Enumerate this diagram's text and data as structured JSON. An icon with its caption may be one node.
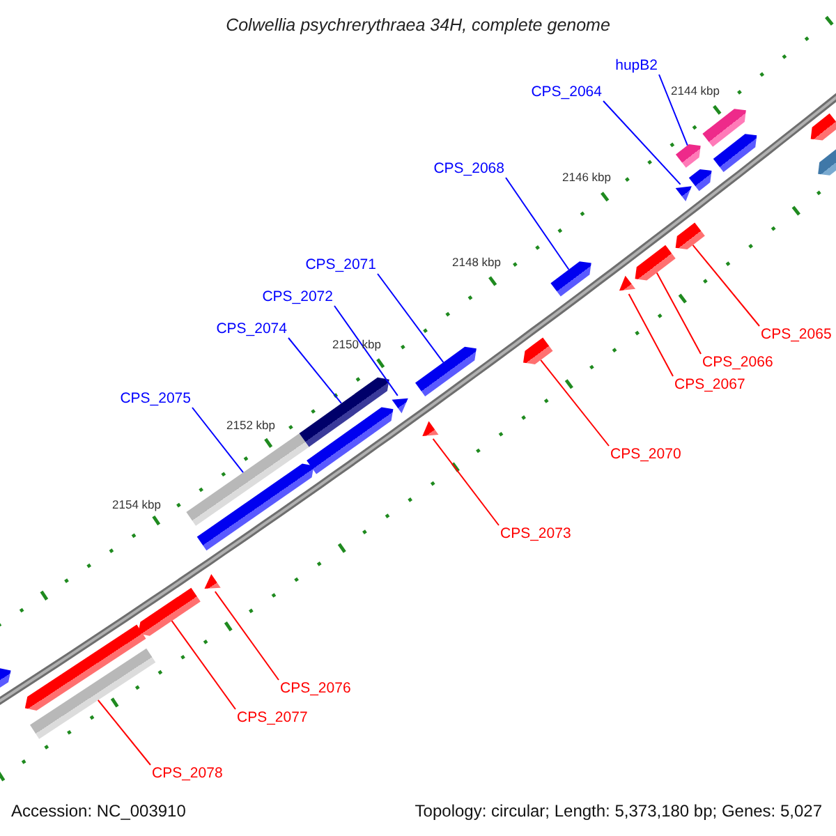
{
  "diagram": {
    "title": "Colwellia psychrerythraea 34H, complete genome",
    "nodes": [
      {
        "text": [
          "hupB2"
        ]
      },
      {
        "text": [
          "CPS_2064"
        ]
      },
      {
        "text": [
          "CPS_2068"
        ]
      },
      {
        "text": [
          "CPS_2071"
        ]
      },
      {
        "text": [
          "CPS_2072"
        ]
      },
      {
        "text": [
          "CPS_2074"
        ]
      },
      {
        "text": [
          "CPS_2075"
        ]
      },
      {
        "text": [
          "CPS_2065"
        ]
      },
      {
        "text": [
          "CPS_2066"
        ]
      },
      {
        "text": [
          "CPS_2067"
        ]
      },
      {
        "text": [
          "CPS_2070"
        ]
      },
      {
        "text": [
          "CPS_2073"
        ]
      },
      {
        "text": [
          "CPS_2076"
        ]
      },
      {
        "text": [
          "CPS_2077"
        ]
      },
      {
        "text": [
          "CPS_2078"
        ]
      },
      {
        "text": [],
        "shape": "arrow"
      },
      {
        "text": [],
        "shape": "bar"
      },
      {
        "text": [],
        "shape": "arrow"
      },
      {
        "text": [],
        "shape": "arrow"
      },
      {
        "text": [],
        "shape": "triangle"
      },
      {
        "text": [],
        "shape": "arrow"
      },
      {
        "text": [],
        "shape": "bar"
      },
      {
        "text": [],
        "shape": "arrow"
      },
      {
        "text": [],
        "shape": "arrow"
      },
      {
        "text": [],
        "shape": "triangle"
      },
      {
        "text": [],
        "shape": "triangle"
      },
      {
        "text": [],
        "shape": "arrow"
      },
      {
        "text": [],
        "shape": "arrow"
      },
      {
        "text": [],
        "shape": "arrow"
      },
      {
        "text": [],
        "shape": "triangle"
      },
      {
        "text": [],
        "shape": "arrow"
      },
      {
        "text": [],
        "shape": "arrow"
      },
      {
        "text": [],
        "shape": "triangle"
      },
      {
        "text": [],
        "shape": "arrow"
      },
      {
        "text": [],
        "shape": "arrow"
      },
      {
        "text": [],
        "shape": "arrow"
      },
      {
        "text": [],
        "shape": "arrow"
      },
      {
        "text": [],
        "shape": "arrow"
      },
      {
        "text": [],
        "shape": "arrow"
      }
    ],
    "edges": [
      {
        "from": 0,
        "to": 34,
        "arrow": "none",
        "color": "#0000ff"
      },
      {
        "from": 1,
        "to": 32,
        "arrow": "none",
        "color": "#0000ff"
      },
      {
        "from": 2,
        "to": 28,
        "arrow": "none",
        "color": "#0000ff"
      },
      {
        "from": 3,
        "to": 26,
        "arrow": "none",
        "color": "#0000ff"
      },
      {
        "from": 4,
        "to": 24,
        "arrow": "none",
        "color": "#0000ff"
      },
      {
        "from": 5,
        "to": 23,
        "arrow": "none",
        "color": "#0000ff"
      },
      {
        "from": 6,
        "to": 21,
        "arrow": "none",
        "color": "#0000ff"
      },
      {
        "from": 7,
        "to": 31,
        "arrow": "none",
        "color": "#ff0000"
      },
      {
        "from": 8,
        "to": 30,
        "arrow": "none",
        "color": "#ff0000"
      },
      {
        "from": 9,
        "to": 29,
        "arrow": "none",
        "color": "#ff0000"
      },
      {
        "from": 10,
        "to": 27,
        "arrow": "none",
        "color": "#ff0000"
      },
      {
        "from": 11,
        "to": 25,
        "arrow": "none",
        "color": "#ff0000"
      },
      {
        "from": 12,
        "to": 19,
        "arrow": "none",
        "color": "#ff0000"
      },
      {
        "from": 13,
        "to": 18,
        "arrow": "none",
        "color": "#ff0000"
      },
      {
        "from": 14,
        "to": 16,
        "arrow": "none",
        "color": "#ff0000"
      }
    ],
    "labels": [
      "2144 kbp",
      "2146 kbp",
      "2148 kbp",
      "2150 kbp",
      "2152 kbp",
      "2154 kbp",
      "Accession: NC_003910",
      "Topology: circular; Length: 5,373,180 bp; Genes: 5,027"
    ]
  }
}
